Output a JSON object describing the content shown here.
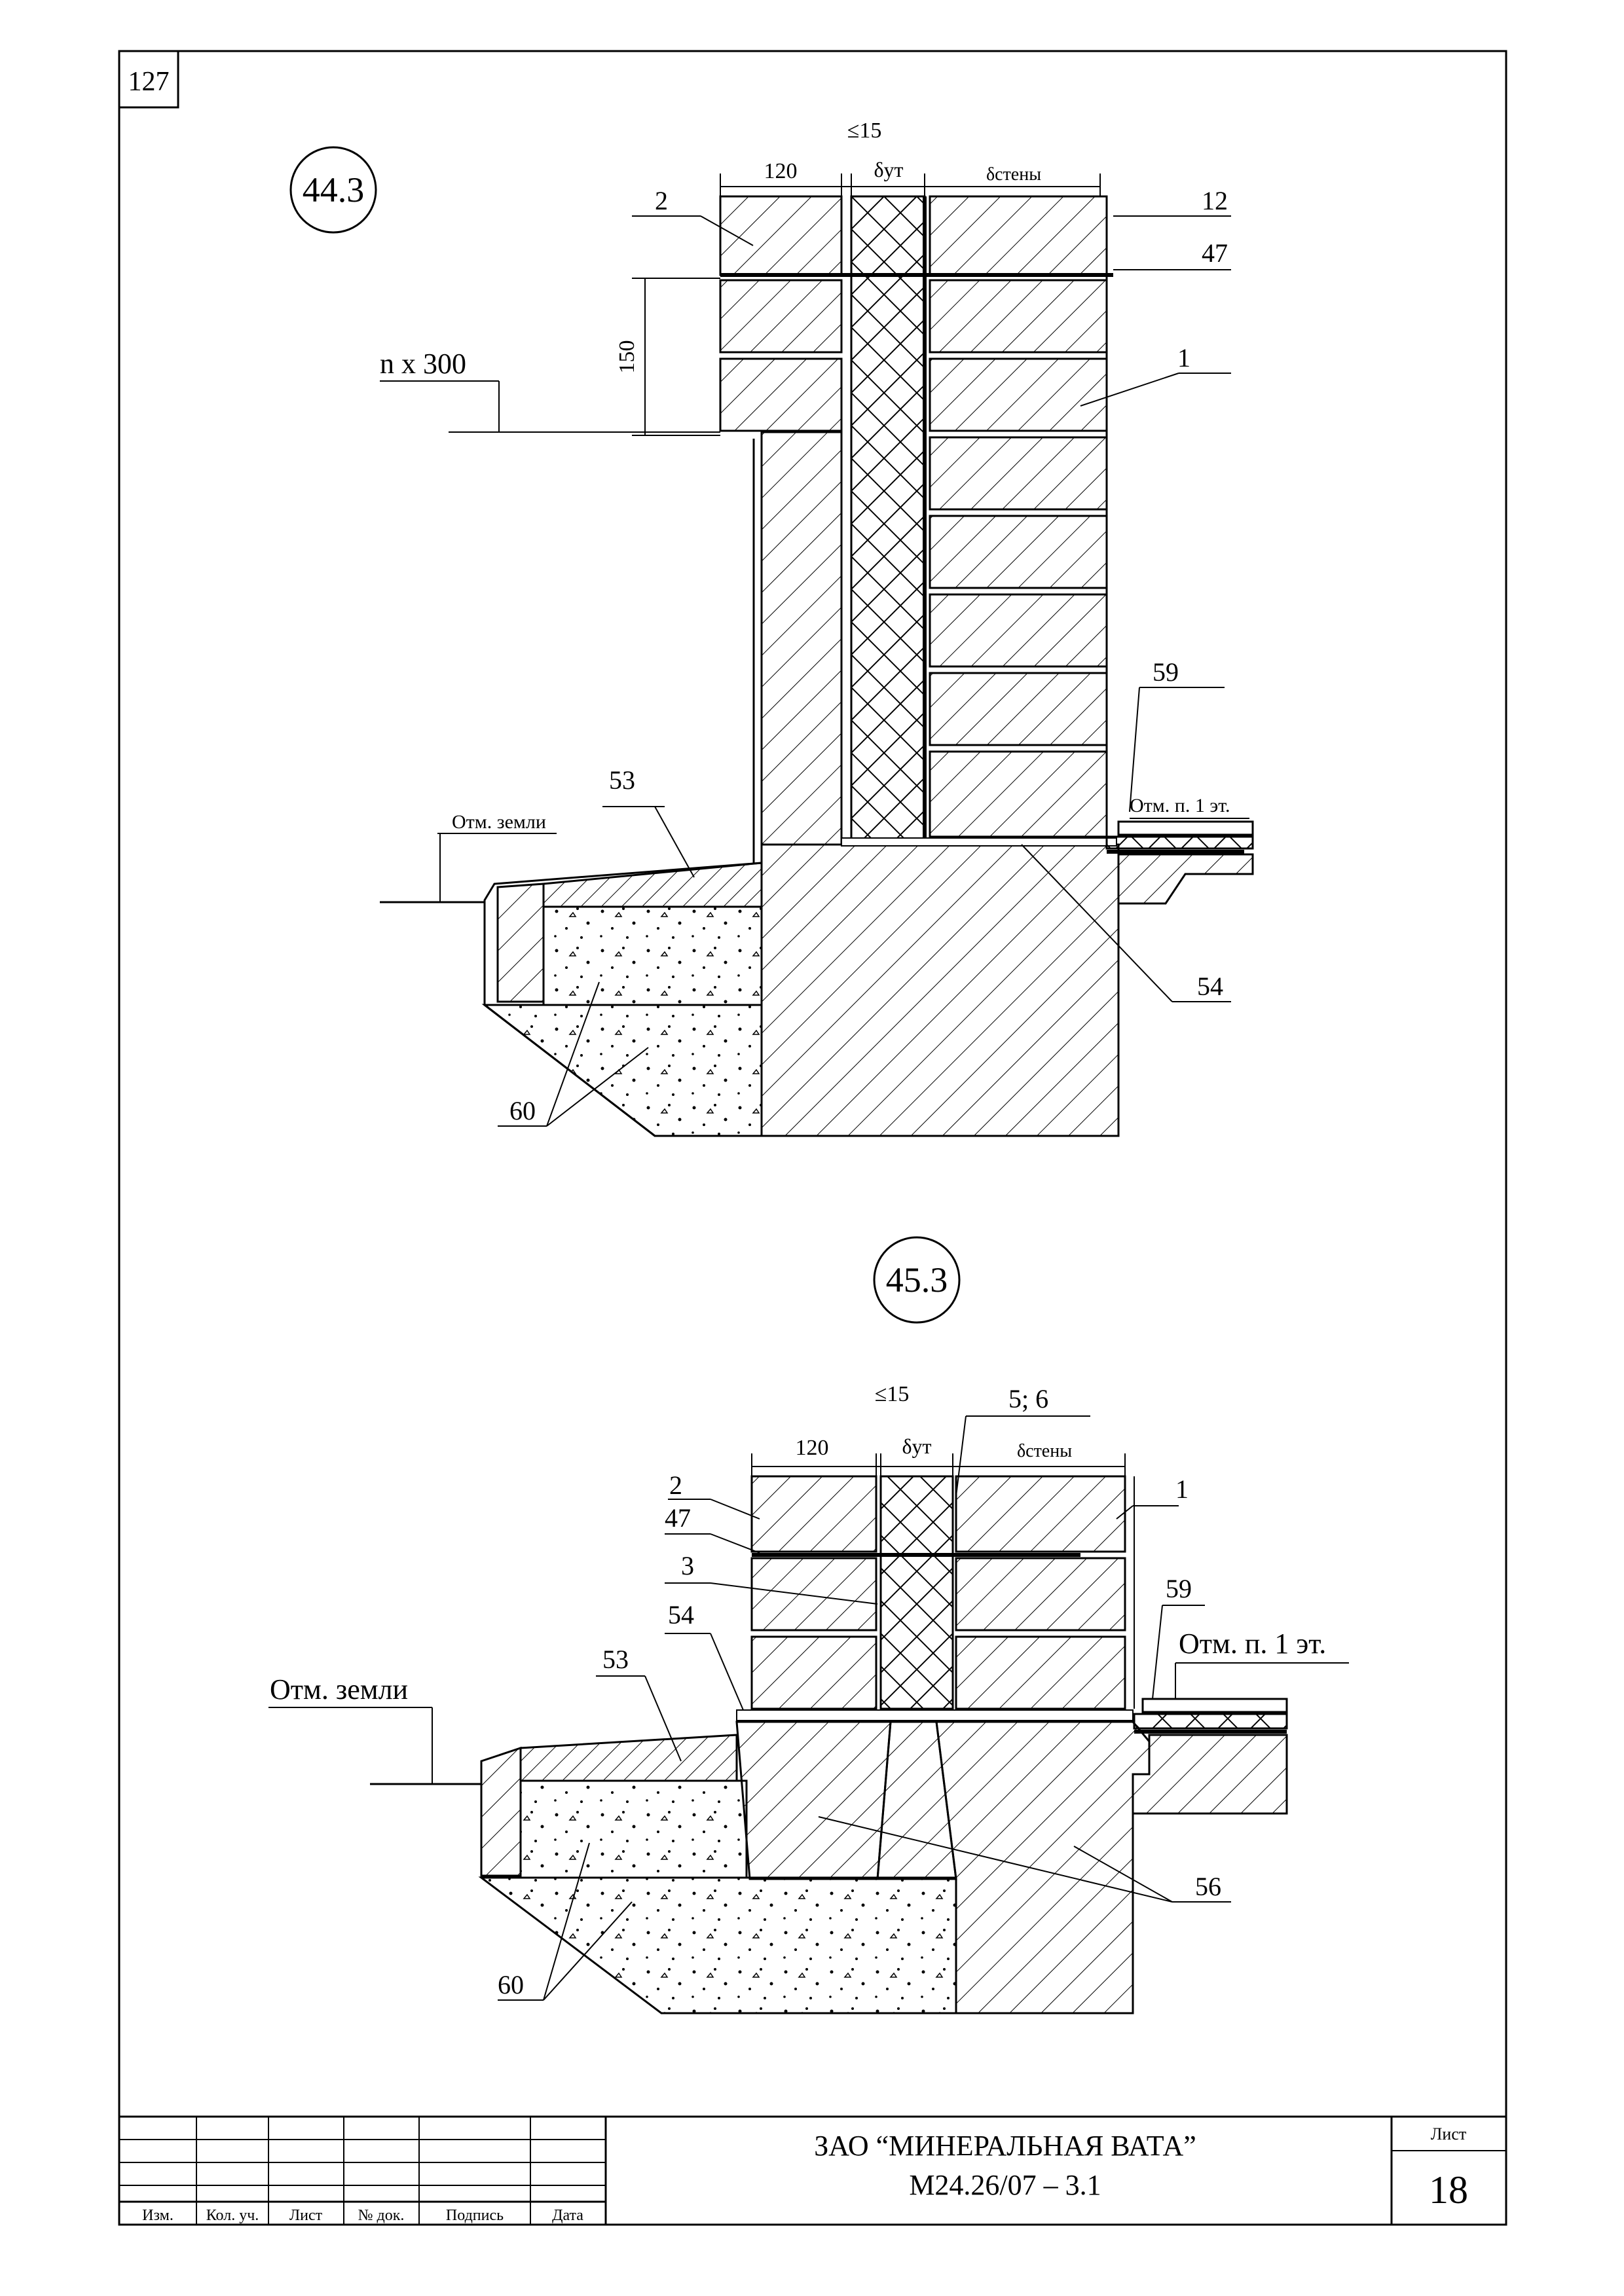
{
  "sheet": {
    "corner_number": "127",
    "detail_a": {
      "marker": "44.3",
      "dim_120": "120",
      "dim_gap": "≤15",
      "dim_ins": "δут",
      "dim_wall": "δстены",
      "dim_150": "150",
      "module": "n x 300",
      "ground": "Отм. земли",
      "floor": "Отм. п. 1 эт.",
      "callouts": {
        "c2": "2",
        "c12": "12",
        "c47": "47",
        "c1": "1",
        "c59": "59",
        "c53": "53",
        "c54": "54",
        "c60": "60"
      }
    },
    "detail_b": {
      "marker": "45.3",
      "dim_120": "120",
      "dim_gap": "≤15",
      "dim_ins": "δут",
      "dim_wall": "δстены",
      "ground": "Отм. земли",
      "floor": "Отм. п. 1 эт.",
      "callouts": {
        "c2": "2",
        "c47": "47",
        "c3": "3",
        "c54": "54",
        "c53": "53",
        "c56": "56",
        "c1": "1",
        "c56x": "5; 6",
        "c59": "59",
        "c60": "60"
      }
    },
    "title_block": {
      "headers": [
        "Изм.",
        "Кол. уч.",
        "Лист",
        "№ док.",
        "Подпись",
        "Дата"
      ],
      "company": "ЗАО “МИНЕРАЛЬНАЯ ВАТА”",
      "doc_code": "М24.26/07 – 3.1",
      "sheet_label": "Лист",
      "sheet_no": "18"
    }
  }
}
